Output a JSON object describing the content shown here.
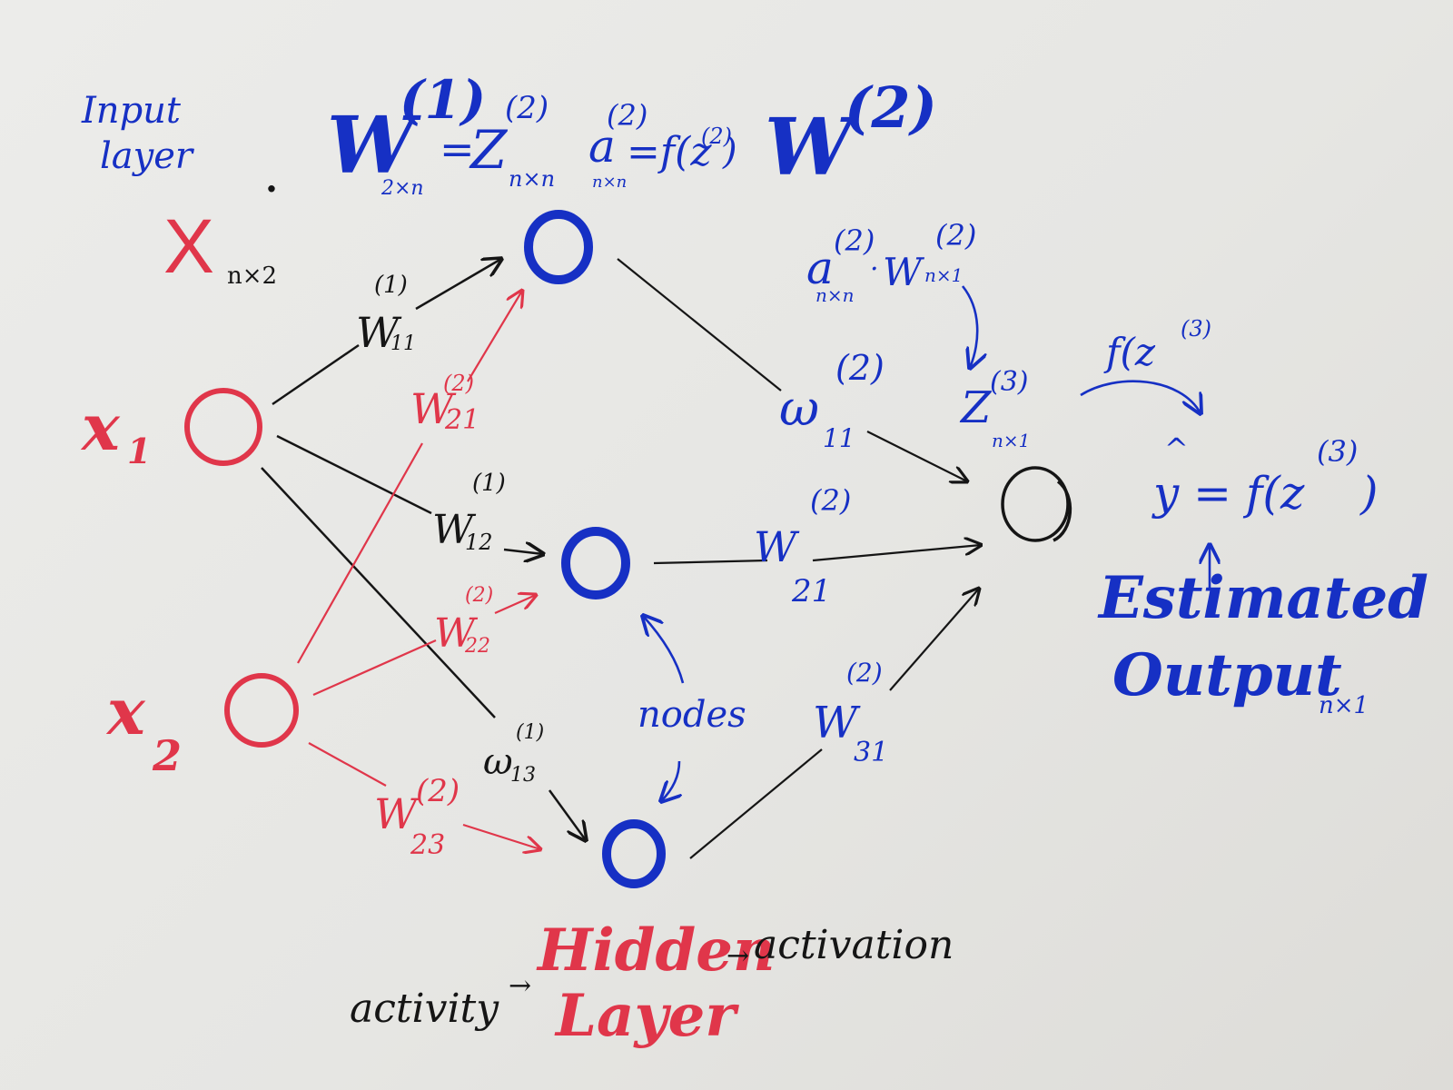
{
  "colors": {
    "paper": "#e8e8e5",
    "blue_ink": "#1630c4",
    "red_ink": "#e0364a",
    "black_ink": "#151515"
  },
  "header": {
    "input_layer_line1": "Input",
    "input_layer_line2": "layer",
    "dot": "·",
    "w1_base": "W",
    "w1_sup": "(1)",
    "w1_sub": "2×n",
    "equals": "=",
    "z2_base": "Z",
    "z2_sup": "(2)",
    "z2_sub": "n×n",
    "a2_base": "a",
    "a2_sup": "(2)",
    "a2_sub": "n×n",
    "a2_rhs": "=f(z",
    "a2_rhs_sup": "(2)",
    "a2_rhs_close": ")",
    "w2_base": "W",
    "w2_sup": "(2)"
  },
  "input_layer": {
    "X_base": "X",
    "X_sub": "n×2",
    "x1_base": "x",
    "x1_sub": "1",
    "x2_base": "x",
    "x2_sub": "2"
  },
  "weights": {
    "w11_1": {
      "base": "W",
      "sub": "11",
      "sup": "(1)"
    },
    "w12_1": {
      "base": "W",
      "sub": "12",
      "sup": "(1)"
    },
    "w13_1": {
      "base": "ω",
      "sub": "13",
      "sup": "(1)"
    },
    "w21_2": {
      "base": "W",
      "sub": "21",
      "sup": "(2)"
    },
    "w22_2": {
      "base": "W",
      "sub": "22",
      "sup": "(2)"
    },
    "w23_2": {
      "base": "W",
      "sub": "23",
      "sup": "(2)"
    },
    "w11_out": {
      "base": "ω",
      "sub": "11",
      "sup": "(2)"
    },
    "w21_out": {
      "base": "W",
      "sub": "21",
      "sup": "(2)"
    },
    "w31_out": {
      "base": "W",
      "sub": "31",
      "sup": "(2)"
    }
  },
  "output": {
    "a_dot_w_a": "a",
    "a_dot_w_a_sup": "(2)",
    "a_dot_w_a_sub": "n×n",
    "a_dot_w_dot": "·",
    "a_dot_w_w": "W",
    "a_dot_w_w_sup": "(2)",
    "a_dot_w_w_sub": "n×1",
    "z3_base": "Z",
    "z3_sup": "(3)",
    "z3_sub": "n×1",
    "fz3_label": "f(z",
    "fz3_sup": "(3)",
    "yhat_hat": "^",
    "yhat_eq": "y = f(z",
    "yhat_sup": "(3)",
    "yhat_close": ")",
    "estimated_line1": "Estimated",
    "estimated_line2": "Output",
    "estimated_sub": "n×1"
  },
  "annotations": {
    "nodes": "nodes",
    "activity": "activity",
    "hidden_line1": "Hidden",
    "hidden_line2": "Layer",
    "activation": "activation"
  }
}
